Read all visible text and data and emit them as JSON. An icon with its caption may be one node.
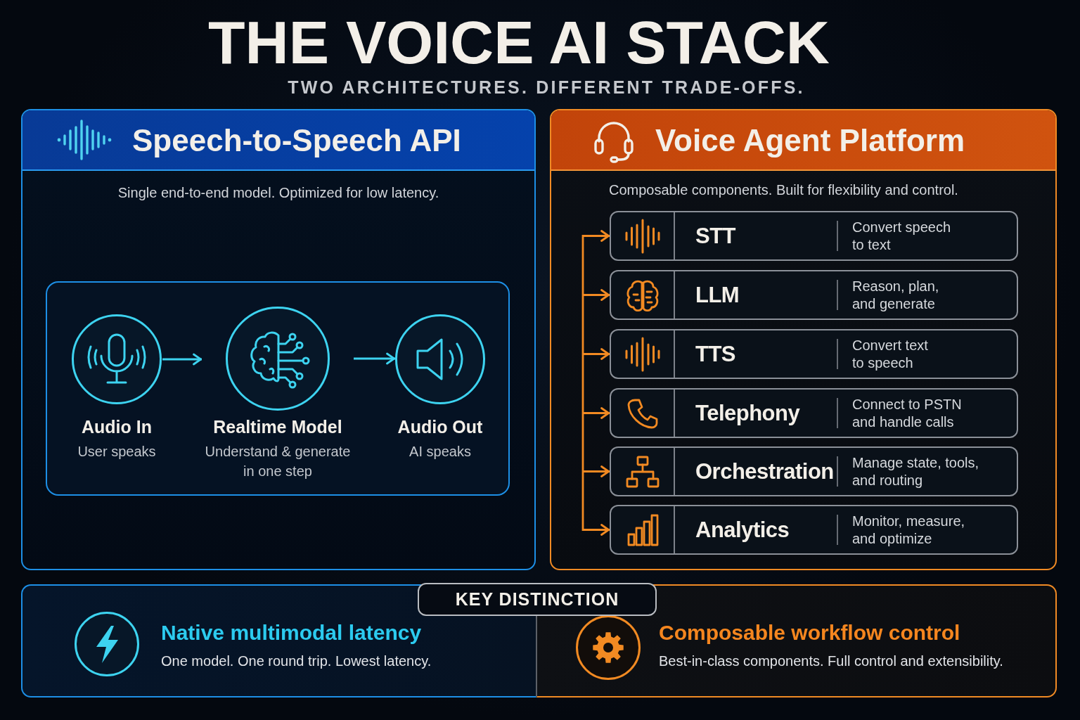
{
  "diagram": {
    "title": "THE VOICE AI STACK",
    "nodes": [
      {
        "text": [
          "Speech-to-Speech API",
          "Single end-to-end model. Optimized for low latency."
        ]
      },
      {
        "text": [],
        "shape": "box",
        "in": 0
      },
      {
        "text": [
          "Audio In",
          "User speaks"
        ],
        "in": 1
      },
      {
        "text": [
          "Realtime Model",
          "Understand & generate in one step"
        ],
        "in": 1
      },
      {
        "text": [
          "Audio Out",
          "AI speaks"
        ],
        "in": 1
      },
      {
        "text": [
          "Voice Agent Platform",
          "Composable components. Built for flexibility and control."
        ]
      },
      {
        "text": [
          "STT",
          "Convert speech to text"
        ],
        "in": 5
      },
      {
        "text": [
          "LLM",
          "Reason, plan, and generate"
        ],
        "in": 5
      },
      {
        "text": [
          "TTS",
          "Convert text to speech"
        ],
        "in": 5
      },
      {
        "text": [
          "Telephony",
          "Connect to PSTN and handle calls"
        ],
        "in": 5
      },
      {
        "text": [
          "Orchestration",
          "Manage state, tools, and routing"
        ],
        "in": 5
      },
      {
        "text": [
          "Analytics",
          "Monitor, measure, and optimize"
        ],
        "in": 5
      },
      {
        "text": [
          "KEY DISTINCTION"
        ]
      },
      {
        "text": [
          "Native multimodal latency",
          "One model. One round trip. Lowest latency."
        ]
      },
      {
        "text": [
          "Composable workflow control",
          "Best-in-class components. Full control and extensibility."
        ]
      }
    ],
    "edges": [
      {
        "from": 2,
        "to": 3,
        "arrow": "to",
        "color": "#3dd3f0"
      },
      {
        "from": 3,
        "to": 4,
        "arrow": "to",
        "color": "#3dd3f0"
      },
      {
        "from": null,
        "to": 6,
        "arrow": "to"
      },
      {
        "from": null,
        "to": 7,
        "arrow": "to"
      },
      {
        "from": null,
        "to": 8,
        "arrow": "to"
      },
      {
        "from": null,
        "to": 9,
        "arrow": "to"
      },
      {
        "from": null,
        "to": 10,
        "arrow": "to"
      },
      {
        "from": null,
        "to": 11,
        "arrow": "to"
      }
    ],
    "labels": [
      "TWO ARCHITECTURES. DIFFERENT TRADE-OFFS."
    ]
  }
}
